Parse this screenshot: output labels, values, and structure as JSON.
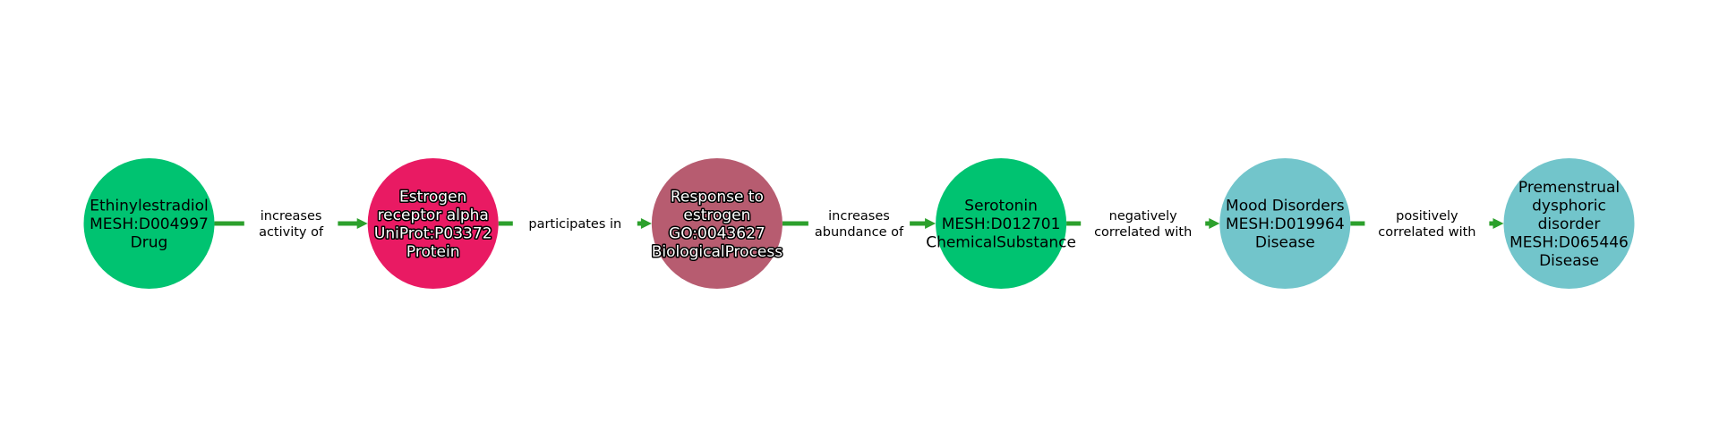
{
  "graph": {
    "edge_color": "#2ca02c",
    "nodes": [
      {
        "lines": [
          "Ethinylestradiol",
          "MESH:D004997",
          "Drug"
        ],
        "color": "#00c371",
        "outlined_text": false
      },
      {
        "lines": [
          "Estrogen",
          "receptor alpha",
          "UniProt:P03372",
          "Protein"
        ],
        "color": "#e91a63",
        "outlined_text": true
      },
      {
        "lines": [
          "Response to",
          "estrogen",
          "GO:0043627",
          "BiologicalProcess"
        ],
        "color": "#b75c70",
        "outlined_text": true
      },
      {
        "lines": [
          "Serotonin",
          "MESH:D012701",
          "ChemicalSubstance"
        ],
        "color": "#00c371",
        "outlined_text": false
      },
      {
        "lines": [
          "Mood Disorders",
          "MESH:D019964",
          "Disease"
        ],
        "color": "#72c5cb",
        "outlined_text": false
      },
      {
        "lines": [
          "Premenstrual",
          "dysphoric",
          "disorder",
          "MESH:D065446",
          "Disease"
        ],
        "color": "#72c5cb",
        "outlined_text": false
      }
    ],
    "edges": [
      {
        "from": 0,
        "to": 1,
        "lines": [
          "increases",
          "activity of"
        ]
      },
      {
        "from": 1,
        "to": 2,
        "lines": [
          "participates in"
        ]
      },
      {
        "from": 2,
        "to": 3,
        "lines": [
          "increases",
          "abundance of"
        ]
      },
      {
        "from": 3,
        "to": 4,
        "lines": [
          "negatively",
          "correlated with"
        ]
      },
      {
        "from": 4,
        "to": 5,
        "lines": [
          "positively",
          "correlated with"
        ]
      }
    ]
  }
}
